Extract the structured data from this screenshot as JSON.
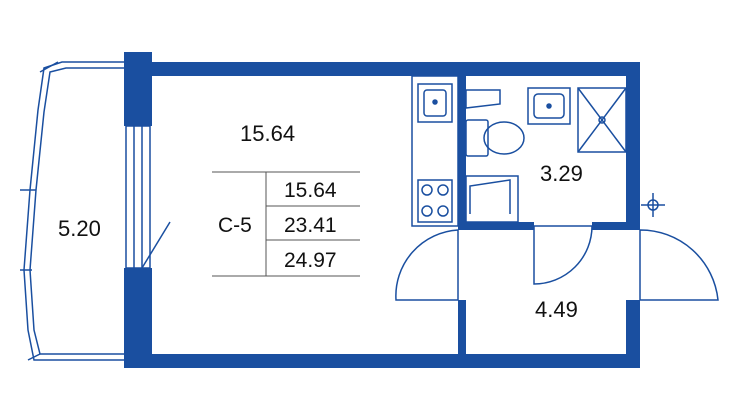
{
  "colors": {
    "wall": "#1a4fa0",
    "line": "#1a4fa0",
    "text": "#111111",
    "table_line": "#555555"
  },
  "rooms": {
    "living": {
      "area": "15.64"
    },
    "balcony": {
      "area": "5.20"
    },
    "bathroom": {
      "area": "3.29"
    },
    "hallway": {
      "area": "4.49"
    }
  },
  "summary_table": {
    "unit_code": "С-5",
    "rows": [
      "15.64",
      "23.41",
      "24.97"
    ]
  },
  "icons": [
    "sink-icon",
    "stove-icon",
    "toilet-icon",
    "shower-icon",
    "fridge-icon",
    "north-marker-icon"
  ]
}
